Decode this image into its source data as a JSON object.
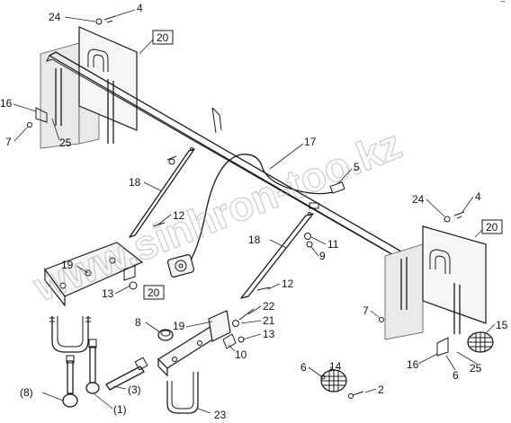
{
  "watermark": "www.sinhron-too.kz",
  "corner_mark": "~",
  "callouts": [
    {
      "id": "c24a",
      "text": "24",
      "boxed": false
    },
    {
      "id": "c4a",
      "text": "4",
      "boxed": false
    },
    {
      "id": "c20a",
      "text": "20",
      "boxed": true
    },
    {
      "id": "c16a",
      "text": "16",
      "boxed": false
    },
    {
      "id": "c7a",
      "text": "7",
      "boxed": false
    },
    {
      "id": "c25a",
      "text": "25",
      "boxed": false
    },
    {
      "id": "c17",
      "text": "17",
      "boxed": false
    },
    {
      "id": "c5",
      "text": "5",
      "boxed": false
    },
    {
      "id": "c18a",
      "text": "18",
      "boxed": false
    },
    {
      "id": "c12a",
      "text": "12",
      "boxed": false
    },
    {
      "id": "c24b",
      "text": "24",
      "boxed": false
    },
    {
      "id": "c4b",
      "text": "4",
      "boxed": false
    },
    {
      "id": "c20b",
      "text": "20",
      "boxed": true
    },
    {
      "id": "c18b",
      "text": "18",
      "boxed": false
    },
    {
      "id": "c11",
      "text": "11",
      "boxed": false
    },
    {
      "id": "c9",
      "text": "9",
      "boxed": false
    },
    {
      "id": "c19a",
      "text": "19",
      "boxed": false
    },
    {
      "id": "c13a",
      "text": "13",
      "boxed": false
    },
    {
      "id": "c20c",
      "text": "20",
      "boxed": true
    },
    {
      "id": "c12b",
      "text": "12",
      "boxed": false
    },
    {
      "id": "c22",
      "text": "22",
      "boxed": false
    },
    {
      "id": "c21",
      "text": "21",
      "boxed": false
    },
    {
      "id": "c8",
      "text": "8",
      "boxed": false
    },
    {
      "id": "c19b",
      "text": "19",
      "boxed": false
    },
    {
      "id": "c13b",
      "text": "13",
      "boxed": false
    },
    {
      "id": "c10",
      "text": "10",
      "boxed": false
    },
    {
      "id": "c7b",
      "text": "7",
      "boxed": false
    },
    {
      "id": "c15",
      "text": "15",
      "boxed": false
    },
    {
      "id": "c16b",
      "text": "16",
      "boxed": false
    },
    {
      "id": "c6a",
      "text": "6",
      "boxed": false
    },
    {
      "id": "c25b",
      "text": "25",
      "boxed": false
    },
    {
      "id": "c6b",
      "text": "6",
      "boxed": false
    },
    {
      "id": "c14",
      "text": "14",
      "boxed": false
    },
    {
      "id": "c2",
      "text": "2",
      "boxed": false
    },
    {
      "id": "c8p",
      "text": "(8)",
      "boxed": false
    },
    {
      "id": "c1p",
      "text": "(1)",
      "boxed": false
    },
    {
      "id": "c3p",
      "text": "(3)",
      "boxed": false
    },
    {
      "id": "c23",
      "text": "23",
      "boxed": false
    }
  ]
}
